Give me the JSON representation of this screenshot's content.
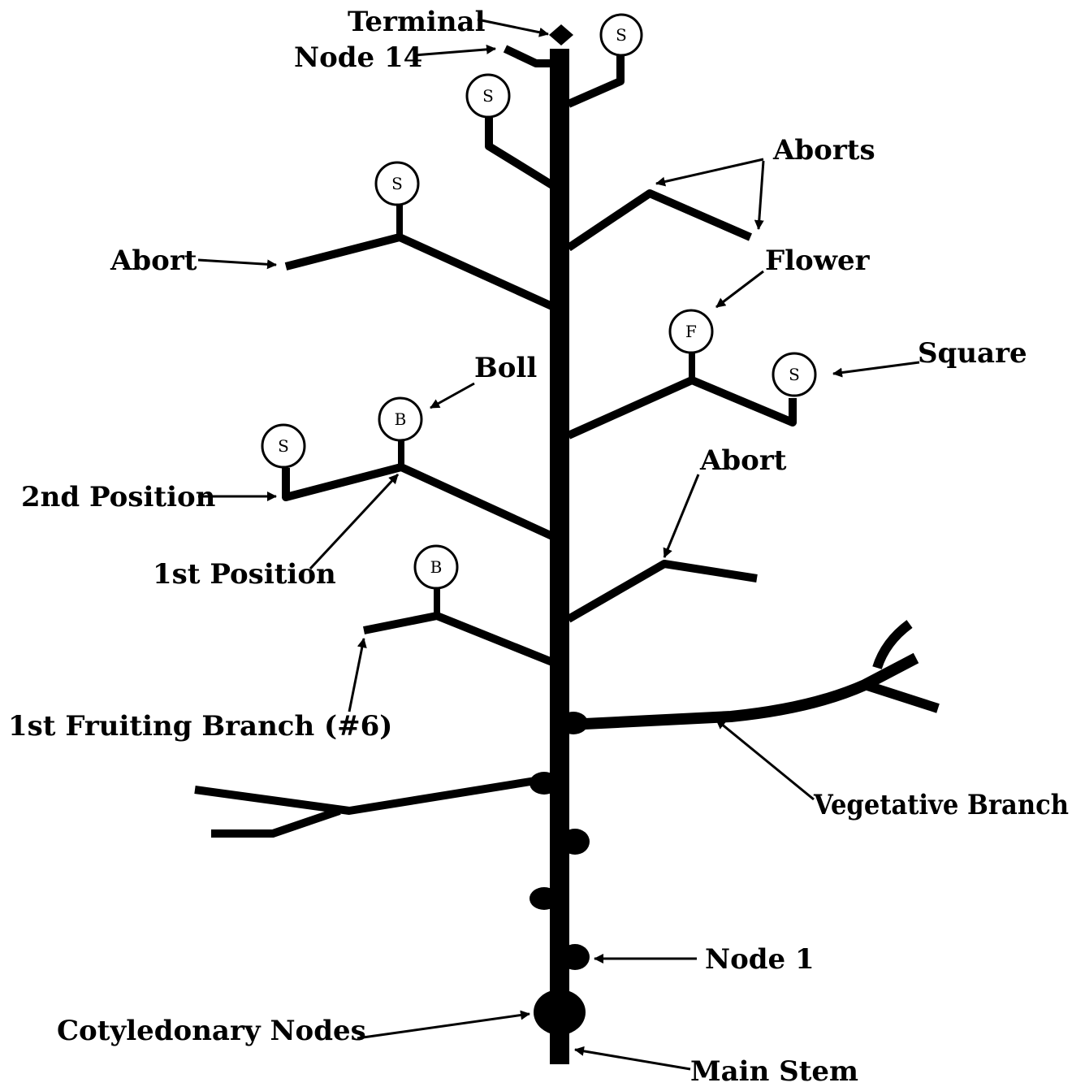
{
  "labels": {
    "terminal": "Terminal",
    "node14": "Node 14",
    "aborts": "Aborts",
    "abort_left": "Abort",
    "flower": "Flower",
    "square": "Square",
    "boll": "Boll",
    "abort_right": "Abort",
    "second_position": "2nd Position",
    "first_position": "1st Position",
    "first_fruiting_branch": "1st Fruiting Branch (#6)",
    "vegetative_branch": "Vegetative Branch",
    "node1": "Node 1",
    "cotyledonary_nodes": "Cotyledonary Nodes",
    "main_stem": "Main Stem"
  },
  "structures": {
    "s": "S",
    "f": "F",
    "b": "B"
  }
}
